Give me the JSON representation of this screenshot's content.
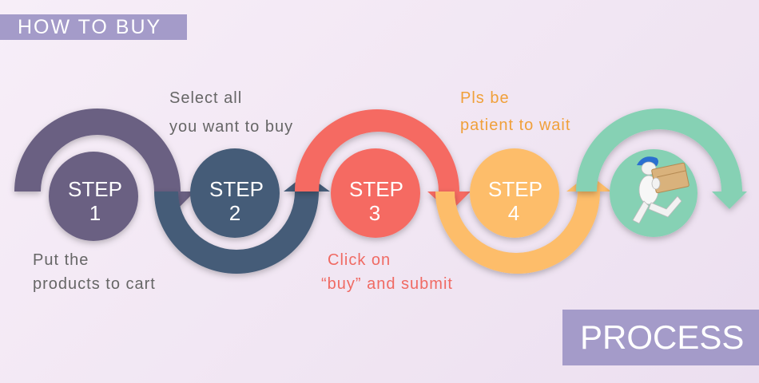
{
  "header": {
    "title": "HOW TO BUY"
  },
  "footer": {
    "label": "PROCESS"
  },
  "steps": [
    {
      "word": "STEP",
      "number": "1",
      "color": "#6a6182",
      "caption_lines": [
        "Put the",
        "products to cart"
      ]
    },
    {
      "word": "STEP",
      "number": "2",
      "color": "#455c78",
      "caption_lines": [
        "Select all",
        "you want to buy"
      ]
    },
    {
      "word": "STEP",
      "number": "3",
      "color": "#f56a62",
      "caption_lines": [
        "Click on",
        "“buy”  and submit"
      ]
    },
    {
      "word": "STEP",
      "number": "4",
      "color": "#fdbd6a",
      "caption_lines": [
        "Pls be",
        "patient to wait"
      ]
    }
  ],
  "final": {
    "color": "#86d1b4",
    "icon": "delivery-runner-icon"
  },
  "colors": {
    "banner": "#a49bc9",
    "arrow_final": "#86d1b4"
  }
}
